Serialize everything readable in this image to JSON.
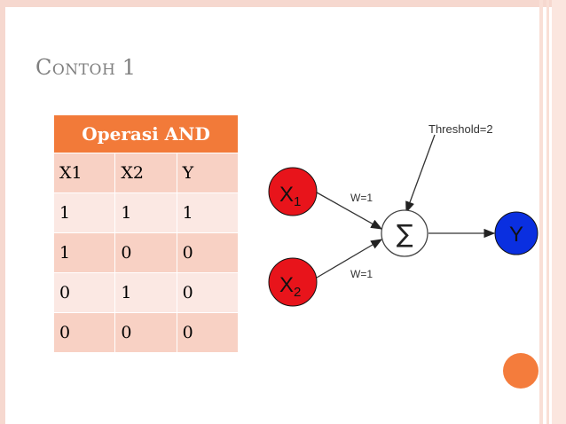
{
  "slide": {
    "title_first": "C",
    "title_rest": "ONTOH",
    "title_number": "1"
  },
  "table": {
    "header": "Operasi AND",
    "rows": [
      [
        "X1",
        "X2",
        "Y"
      ],
      [
        "1",
        "1",
        "1"
      ],
      [
        "1",
        "0",
        "0"
      ],
      [
        "0",
        "1",
        "0"
      ],
      [
        "0",
        "0",
        "0"
      ]
    ]
  },
  "diagram": {
    "input1": "X",
    "input1_sub": "1",
    "input2": "X",
    "input2_sub": "2",
    "weight1": "W=1",
    "weight2": "W=1",
    "threshold": "Threshold=2",
    "sum_symbol": "∑",
    "output": "Y",
    "input_color": "#e8141b",
    "output_color": "#0a2fe0"
  },
  "accent_color": "#f47c3c"
}
